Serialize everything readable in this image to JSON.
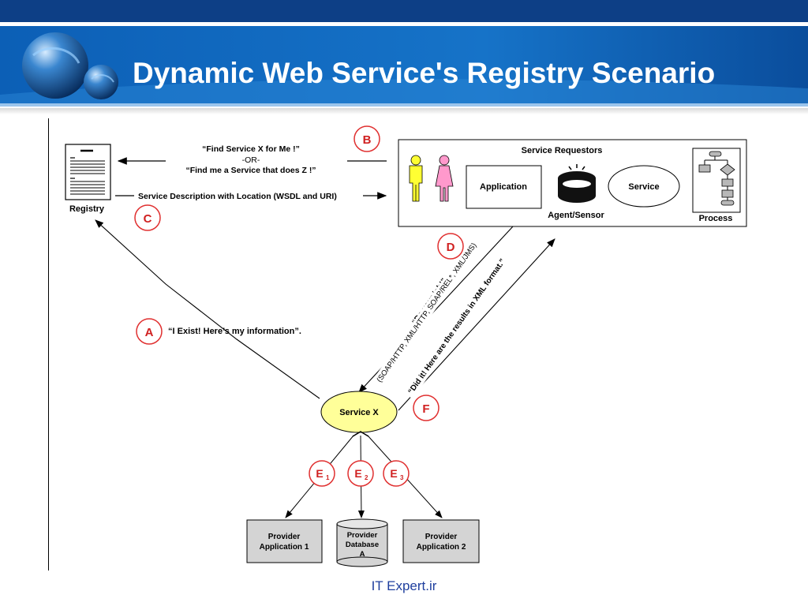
{
  "slide": {
    "title": "Dynamic Web Service's Registry Scenario",
    "footer": "IT Expert.ir"
  },
  "diagram": {
    "registry_label": "Registry",
    "requestors_title": "Service Requestors",
    "application_label": "Application",
    "service_label": "Service",
    "agent_label": "Agent/Sensor",
    "process_label": "Process",
    "service_x_label": "Service X",
    "provider_app1": [
      "Provider",
      "Application 1"
    ],
    "provider_db": [
      "Provider",
      "Database",
      "A"
    ],
    "provider_app2": [
      "Provider",
      "Application 2"
    ],
    "find_line1": "“Find Service X for Me !”",
    "find_line2": "-OR-",
    "find_line3": "“Find me a Service that does Z !”",
    "service_description": "Service Description with Location  (WSDL and URI)",
    "i_exist": "“I Exist!  Here’s my information”.",
    "do_your_job": "“Do your job!”",
    "protocols": "(SOAP/HTTP, XML/HTTP, SOAP/REL*, XML/JMS)",
    "did_it": "“Did it!  Here are the results in XML format.”",
    "markers": {
      "A": "A",
      "B": "B",
      "C": "C",
      "D": "D",
      "E": "E",
      "F": "F",
      "e1_sub": "1",
      "e2_sub": "2",
      "e3_sub": "3"
    }
  }
}
